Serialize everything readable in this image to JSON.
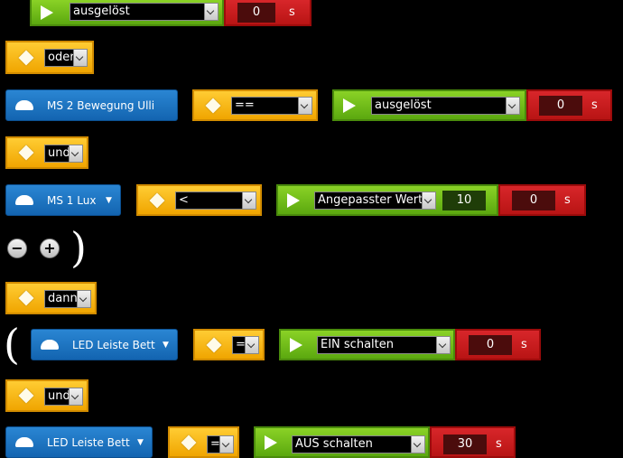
{
  "row1": {
    "trigger": "ausgelöst",
    "time": "0",
    "unit": "s"
  },
  "op_oder": "oder",
  "row2": {
    "device": "MS 2 Bewegung Ulli",
    "compare": "==",
    "trigger": "ausgelöst",
    "time": "0",
    "unit": "s"
  },
  "op_und1": "und",
  "row3": {
    "device": "MS 1 Lux",
    "compare": "<",
    "value_type": "Angepasster Wert",
    "value": "10",
    "time": "0",
    "unit": "s"
  },
  "controls": {
    "minus": "−",
    "plus": "+",
    "close_paren": ")"
  },
  "op_dann": "dann",
  "row4": {
    "open_paren": "(",
    "device": "LED Leiste Bett",
    "compare": "=",
    "action": "EIN schalten",
    "time": "0",
    "unit": "s"
  },
  "op_und2": "und",
  "row5": {
    "device": "LED Leiste Bett",
    "compare": "=",
    "action": "AUS schalten",
    "time": "30",
    "unit": "s"
  }
}
